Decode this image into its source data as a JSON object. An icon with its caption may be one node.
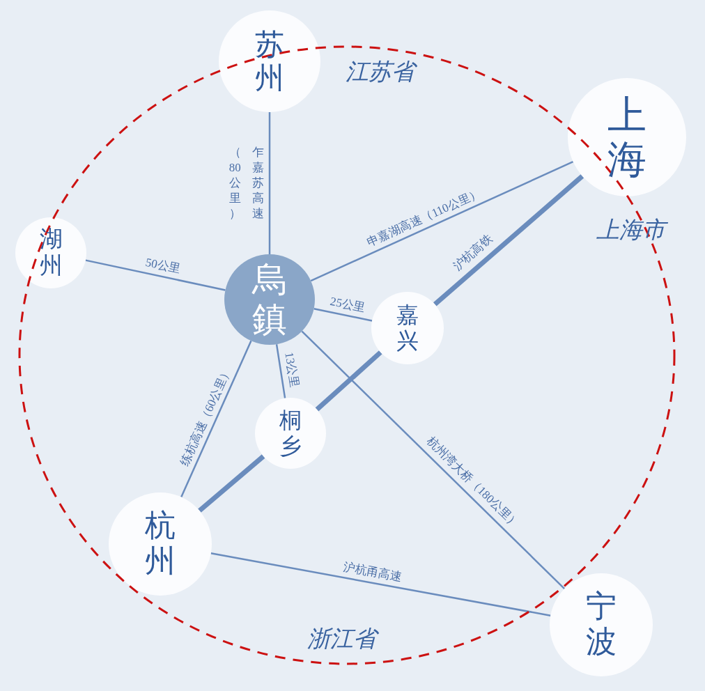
{
  "diagram": {
    "nodes": [
      {
        "text": [
          "苏州"
        ]
      },
      {
        "text": [
          "上海"
        ]
      },
      {
        "text": [
          "湖州"
        ]
      },
      {
        "text": [
          "烏鎮"
        ]
      },
      {
        "text": [
          "嘉兴"
        ]
      },
      {
        "text": [
          "桐乡"
        ]
      },
      {
        "text": [
          "杭州"
        ]
      },
      {
        "text": [
          "宁波"
        ]
      }
    ],
    "edges": [
      {
        "from": 0,
        "to": 3,
        "arrow": "none",
        "label": "乍嘉苏高速（80公里）"
      },
      {
        "from": 2,
        "to": 3,
        "arrow": "none",
        "label": "50公里"
      },
      {
        "from": 3,
        "to": 1,
        "arrow": "none",
        "label": "申嘉湖高速（110公里）"
      },
      {
        "from": 3,
        "to": 4,
        "arrow": "none",
        "label": "25公里"
      },
      {
        "from": 1,
        "to": 4,
        "arrow": "none",
        "label": "沪杭高铁",
        "style": "thick"
      },
      {
        "from": 4,
        "to": 5,
        "arrow": "none",
        "style": "thick"
      },
      {
        "from": 5,
        "to": 6,
        "arrow": "none",
        "style": "thick"
      },
      {
        "from": 3,
        "to": 5,
        "arrow": "none",
        "label": "13公里"
      },
      {
        "from": 3,
        "to": 6,
        "arrow": "none",
        "label": "练杭高速（60公里）"
      },
      {
        "from": 3,
        "to": 7,
        "arrow": "none",
        "label": "杭州湾大桥（180公里）"
      },
      {
        "from": 6,
        "to": 7,
        "arrow": "none",
        "label": "沪杭甬高速"
      }
    ],
    "labels": [
      "江苏省",
      "上海市",
      "浙江省"
    ]
  }
}
